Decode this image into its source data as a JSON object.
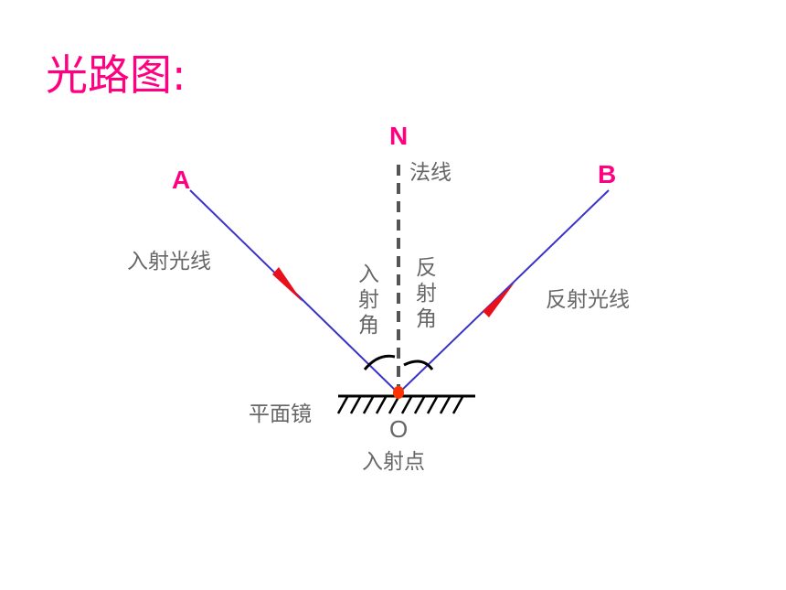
{
  "title": "光路图:",
  "labels": {
    "normal_point": "N",
    "normal_line": "法线",
    "point_a": "A",
    "point_b": "B",
    "incident_ray": "入射光线",
    "reflected_ray": "反射光线",
    "incident_angle": [
      "入",
      "射",
      "角"
    ],
    "reflection_angle": [
      "反",
      "射",
      "角"
    ],
    "mirror": "平面镜",
    "point_o": "O",
    "incident_point": "入射点"
  },
  "colors": {
    "title": "#ff0080",
    "point_labels": "#ff0080",
    "rays": "#3a32c8",
    "arrows": "#e8101c",
    "incident_point_dot": "#ff3300",
    "normal_line": "#555555",
    "mirror": "#000000",
    "text": "#666666"
  }
}
